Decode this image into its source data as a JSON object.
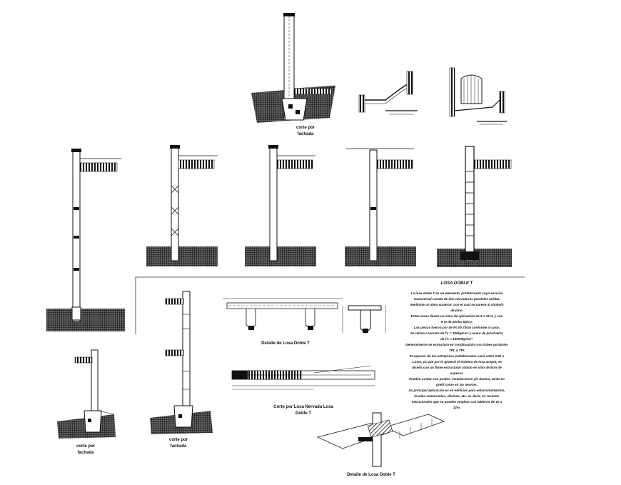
{
  "captions": {
    "corte_top_1": "corte por",
    "corte_top_2": "fachada",
    "corte_bl_1": "corte por",
    "corte_bl_2": "fachada",
    "corte_bc_1": "corte por",
    "corte_bc_2": "fachada",
    "detalle_losa": "Detalle de Losa Doble T",
    "corte_long_1": "Corte por Losa Nervada Losa",
    "corte_long_2": "Doble T",
    "detalle_iso": "Detalle de Losa Doble T"
  },
  "notes": {
    "title": "LOSA DOBLE T",
    "lines": [
      "La losa doble T es un elemento, prefabricado cuya sección",
      "transversal consta de dos nervaduras paralelas unidas",
      "mediante un alma superior, con el cual se parece al símbolo",
      "de pino.",
      "Estas losas tienen un claro de aplicación de 8 a 15 m y son",
      "8 m de ancho típico.",
      "Las piezas fueron por de F0.00.75cm conforme al caso.",
      "Se utiliza concreto de f'c = 350kg/cm² y acero de presfuerzo",
      "de f's = 19000kg/cm².",
      "Generalmente se estructura en combinación con trabes portantes",
      "TPL ó TPI.",
      "El espesor de los entrepisos prefabricados varía entre 0.80 x",
      "1.10m, ya que por lo general el sistema de losa acepta, se",
      "diseña con un firme estructural colado en sitio de 5cm de",
      "espesor.",
      "Pueden contar con postes, instalaciones y/o ductos, tanto en",
      "pretil como en las nervios.",
      "Su principal aplicación es en edificios para estacionamientos,",
      "locales comerciales, oficinas, etc. es decir, en recintos",
      "estructurales que se pueden emplear con tableros de 10 a",
      "12m."
    ]
  }
}
